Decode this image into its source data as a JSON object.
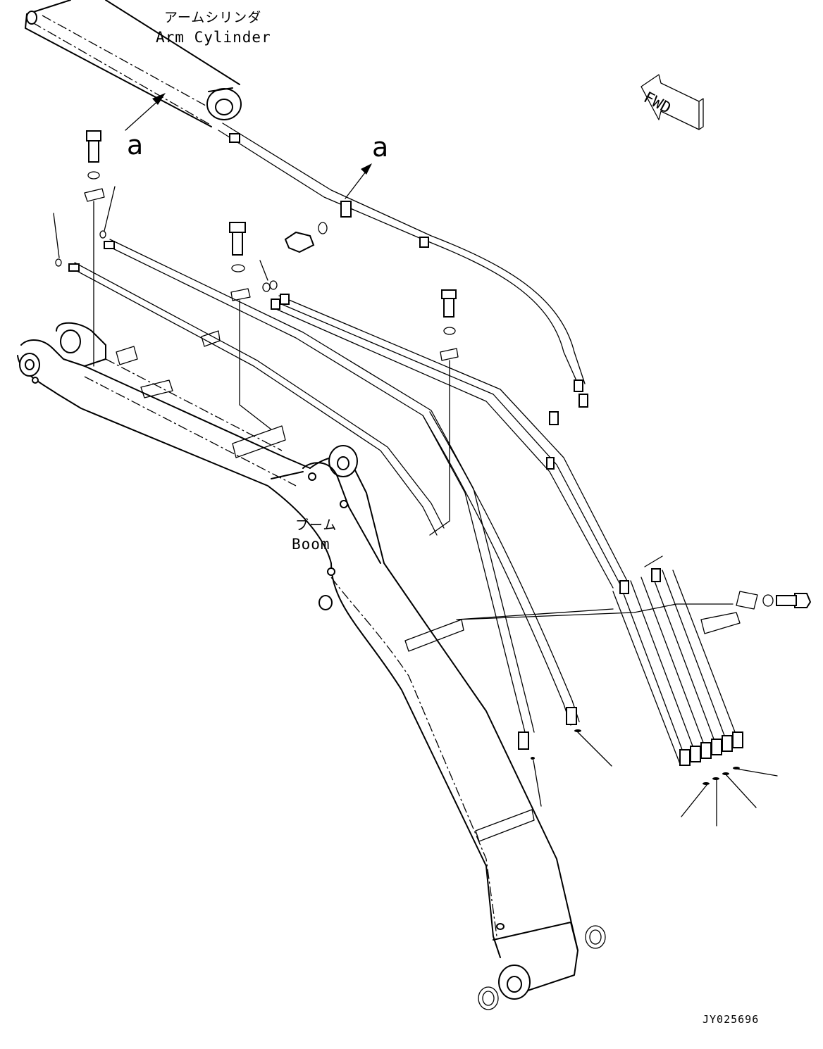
{
  "labels": {
    "arm_cylinder_jp": "アームシリンダ",
    "arm_cylinder_en": "Arm Cylinder",
    "boom_jp": "ブーム",
    "boom_en": "Boom",
    "callout_a1": "a",
    "callout_a2": "a",
    "fwd": "FWD",
    "drawing_code": "JY025696"
  },
  "icons": [
    "fwd-arrow-icon"
  ]
}
